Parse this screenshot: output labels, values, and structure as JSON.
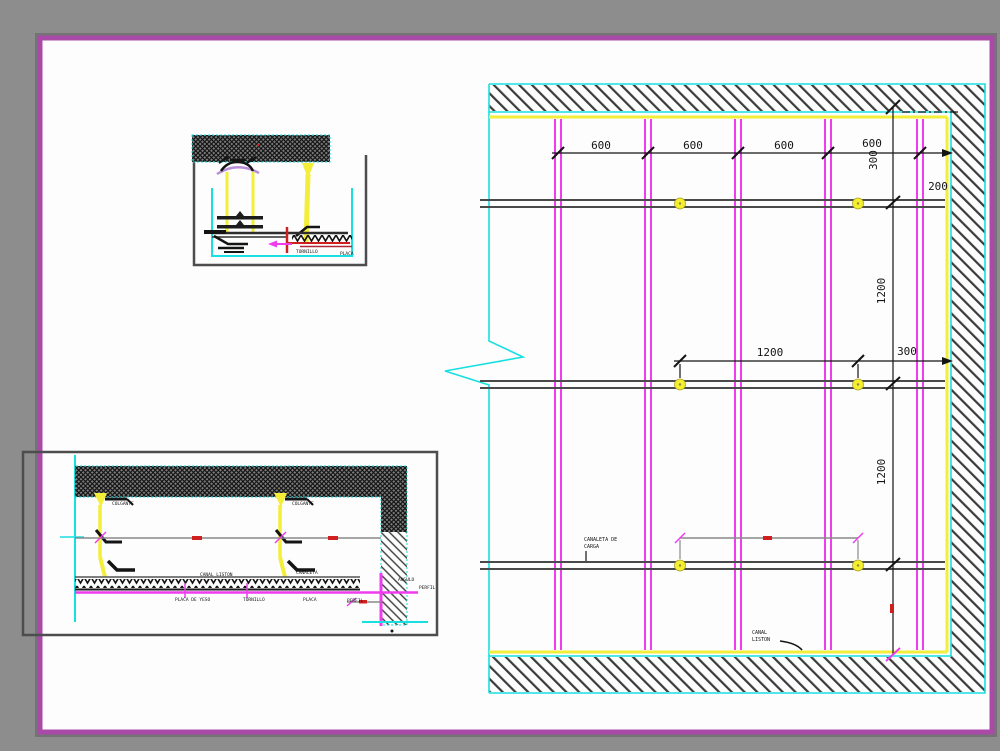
{
  "page": {
    "background": "#8d8d8d",
    "sheet_fill": "#fdfdfe",
    "sheet_border": "#a94aa9"
  },
  "colors": {
    "cyan": "#18dfe0",
    "yellow": "#f3ee3a",
    "magenta": "#ee3cee",
    "red": "#cf1f1f",
    "channel_gray": "#4a4a4a",
    "dim_black": "#141414",
    "lavender": "#b88fd6"
  },
  "plan": {
    "dims_600": [
      "600",
      "600",
      "600",
      "600"
    ],
    "dim_300_vertical": "300",
    "dim_200": "200",
    "dim_1200_horizontal": "1200",
    "dim_300_horizontal": "300",
    "dims_1200_vertical": [
      "1200",
      "1200"
    ],
    "label_carrier_line1": "CANALETA DE",
    "label_carrier_line2": "CARGA",
    "label_furring_line1": "CANAL",
    "label_furring_line2": "LISTON"
  },
  "detail_top": {
    "label_screw": "TORNILLO",
    "label_board": "PLACA"
  },
  "detail_bottom": {
    "label_hanger_1": "COLGANTE",
    "label_hanger_2": "COLGANTE",
    "label_channel": "CANAL LISTON",
    "label_carrier": "CANALETA",
    "label_board_1": "PLACA DE YESO",
    "label_screw": "TORNILLO",
    "label_board_2": "PLACA",
    "label_profile": "PERFIL",
    "label_edge_1": "ANGULO",
    "label_edge_2": "PERFIL"
  }
}
